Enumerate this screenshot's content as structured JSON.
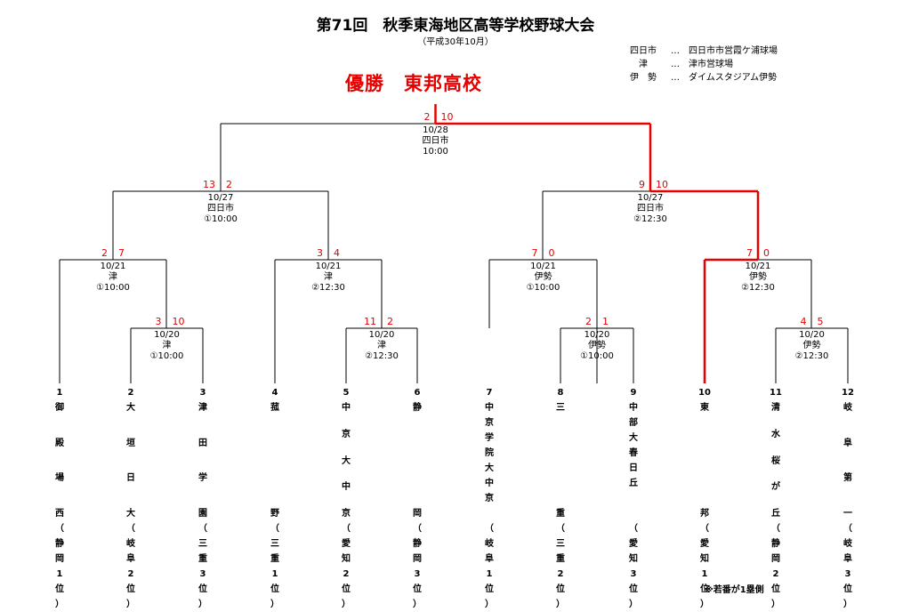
{
  "title": "第71回　秋季東海地区高等学校野球大会",
  "subtitle": "（平成30年10月）",
  "venues": [
    {
      "name": "四日市",
      "desc": "…　四日市市営霞ケ浦球場"
    },
    {
      "name": "　津",
      "desc": "…　津市営球場"
    },
    {
      "name": "伊　勢",
      "desc": "…　ダイムスタジアム伊勢"
    }
  ],
  "champion": "優勝　東邦高校",
  "note": "※若番が1塁側",
  "teams": [
    {
      "num": "1",
      "name": "御殿場西",
      "pref": "静岡",
      "rank": "1位"
    },
    {
      "num": "2",
      "name": "大垣日大",
      "pref": "岐阜",
      "rank": "2位"
    },
    {
      "num": "3",
      "name": "津田学園",
      "pref": "三重",
      "rank": "3位"
    },
    {
      "num": "4",
      "name": "菰野",
      "pref": "三重",
      "rank": "1位"
    },
    {
      "num": "5",
      "name": "中京大中京",
      "pref": "愛知",
      "rank": "2位"
    },
    {
      "num": "6",
      "name": "静岡",
      "pref": "静岡",
      "rank": "3位"
    },
    {
      "num": "7",
      "name": "中京学院大中京",
      "pref": "岐阜",
      "rank": "1位"
    },
    {
      "num": "8",
      "name": "三重",
      "pref": "三重",
      "rank": "2位"
    },
    {
      "num": "9",
      "name": "中部大春日丘",
      "pref": "愛知",
      "rank": "3位"
    },
    {
      "num": "10",
      "name": "東邦",
      "pref": "愛知",
      "rank": "1位"
    },
    {
      "num": "11",
      "name": "清水桜が丘",
      "pref": "静岡",
      "rank": "2位"
    },
    {
      "num": "12",
      "name": "岐阜第一",
      "pref": "岐阜",
      "rank": "3位"
    }
  ],
  "games": [
    {
      "id": "g1",
      "date": "10/20",
      "venue": "津",
      "time": "①10:00",
      "score_left": "3",
      "score_right": "10",
      "winner": "right"
    },
    {
      "id": "g2",
      "date": "10/20",
      "venue": "津",
      "time": "②12:30",
      "score_left": "11",
      "score_right": "2",
      "winner": "left"
    },
    {
      "id": "g3",
      "date": "10/20",
      "venue": "伊勢",
      "time": "①10:00",
      "score_left": "2",
      "score_right": "1",
      "winner": "left"
    },
    {
      "id": "g4",
      "date": "10/20",
      "venue": "伊勢",
      "time": "②12:30",
      "score_left": "4",
      "score_right": "5",
      "winner": "right"
    },
    {
      "id": "q1",
      "date": "10/21",
      "venue": "津",
      "time": "①10:00",
      "score_left": "2",
      "score_right": "7",
      "winner": "right"
    },
    {
      "id": "q2",
      "date": "10/21",
      "venue": "津",
      "time": "②12:30",
      "score_left": "3",
      "score_right": "4",
      "winner": "right"
    },
    {
      "id": "q3",
      "date": "10/21",
      "venue": "伊勢",
      "time": "①10:00",
      "score_left": "7",
      "score_right": "0",
      "winner": "left"
    },
    {
      "id": "q4",
      "date": "10/21",
      "venue": "伊勢",
      "time": "②12:30",
      "score_left": "7",
      "score_right": "0",
      "winner": "left"
    },
    {
      "id": "s1",
      "date": "10/27",
      "venue": "四日市",
      "time": "①10:00",
      "score_left": "13",
      "score_right": "2",
      "winner": "left"
    },
    {
      "id": "s2",
      "date": "10/27",
      "venue": "四日市",
      "time": "②12:30",
      "score_left": "9",
      "score_right": "10",
      "winner": "right"
    },
    {
      "id": "f",
      "date": "10/28",
      "venue": "四日市",
      "time": "10:00",
      "score_left": "2",
      "score_right": "10",
      "winner": "right"
    }
  ]
}
